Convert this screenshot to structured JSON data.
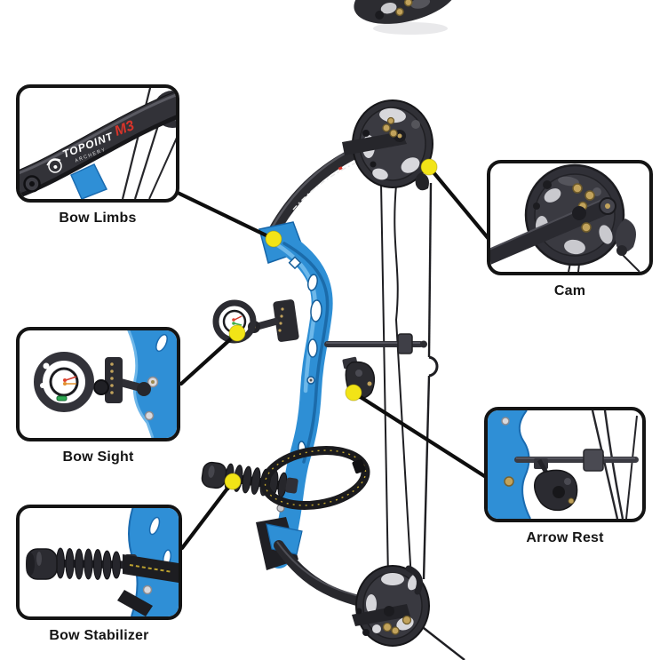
{
  "callouts": [
    {
      "id": "bow-limbs",
      "label": "Bow Limbs"
    },
    {
      "id": "cam",
      "label": "Cam"
    },
    {
      "id": "bow-sight",
      "label": "Bow Sight"
    },
    {
      "id": "arrow-rest",
      "label": "Arrow Rest"
    },
    {
      "id": "bow-stabilizer",
      "label": "Bow Stabilizer"
    }
  ],
  "brand": {
    "name": "TOPOINT",
    "sub": "ARCHERY",
    "model": "M3"
  },
  "colors": {
    "marker_yellow": "#f2e417",
    "riser_blue": "#2e8fd5",
    "riser_blue_dark": "#1565a8",
    "metal_dark": "#2b2b30",
    "brass": "#c2a35c",
    "connector_black": "#0e0e0e"
  }
}
